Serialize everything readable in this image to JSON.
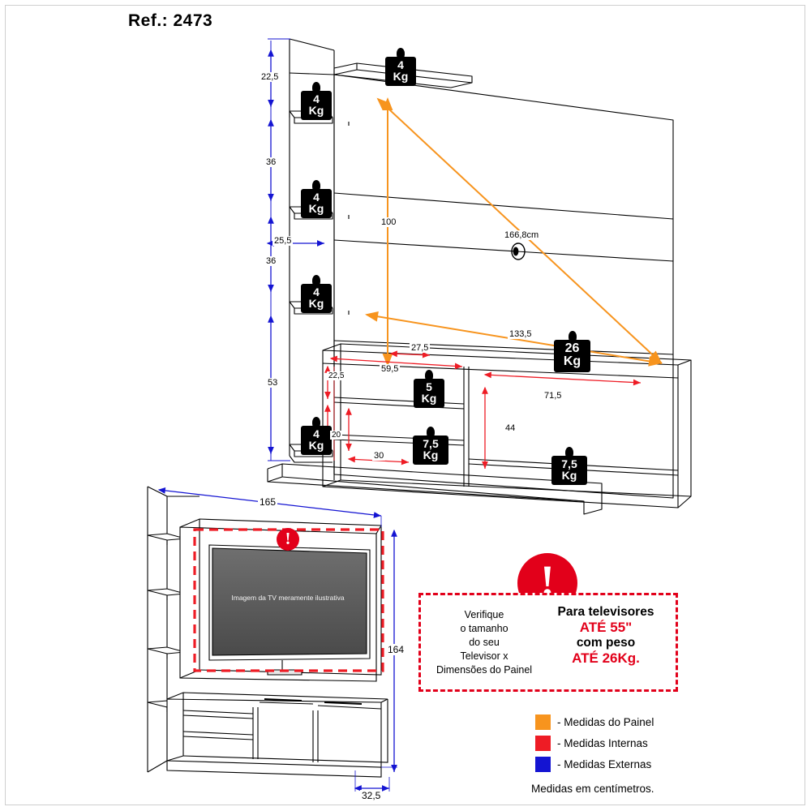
{
  "title": "Ref.: 2473",
  "dimensions": {
    "panel_diagonal": "166,8cm",
    "labels": [
      {
        "id": "d-22-5-top",
        "text": "22,5"
      },
      {
        "id": "d-36-upper",
        "text": "36"
      },
      {
        "id": "d-25-5",
        "text": "25,5"
      },
      {
        "id": "d-36-lower",
        "text": "36"
      },
      {
        "id": "d-53",
        "text": "53"
      },
      {
        "id": "d-100",
        "text": "100"
      },
      {
        "id": "d-133-5",
        "text": "133,5"
      },
      {
        "id": "d-27-5",
        "text": "27,5"
      },
      {
        "id": "d-22-5-shelf",
        "text": "22,5"
      },
      {
        "id": "d-59-5",
        "text": "59,5"
      },
      {
        "id": "d-71-5",
        "text": "71,5"
      },
      {
        "id": "d-44",
        "text": "44"
      },
      {
        "id": "d-20",
        "text": "20"
      },
      {
        "id": "d-30",
        "text": "30"
      },
      {
        "id": "d-165",
        "text": "165"
      },
      {
        "id": "d-164",
        "text": "164"
      },
      {
        "id": "d-32-5",
        "text": "32,5"
      }
    ]
  },
  "weight_tags": [
    {
      "id": "tag-top",
      "value": "4",
      "unit": "Kg"
    },
    {
      "id": "tag-shelf-1",
      "value": "4",
      "unit": "Kg"
    },
    {
      "id": "tag-shelf-2",
      "value": "4",
      "unit": "Kg"
    },
    {
      "id": "tag-shelf-3",
      "value": "4",
      "unit": "Kg"
    },
    {
      "id": "tag-shelf-4",
      "value": "4",
      "unit": "Kg"
    },
    {
      "id": "tag-panel-tv",
      "value": "26",
      "unit": "Kg"
    },
    {
      "id": "tag-niche-5",
      "value": "5",
      "unit": "Kg"
    },
    {
      "id": "tag-niche-75",
      "value": "7,5",
      "unit": "Kg"
    },
    {
      "id": "tag-door-75",
      "value": "7,5",
      "unit": "Kg"
    }
  ],
  "tv_image_caption": "Imagem da TV meramente ilustrativa",
  "warning": {
    "icon": "!",
    "left_text_lines": [
      "Verifique",
      "o tamanho",
      "do seu",
      "Televisor x",
      "Dimensões do Painel"
    ],
    "right_lines": [
      "Para televisores",
      "ATÉ 55\"",
      "com peso",
      "ATÉ 26Kg."
    ]
  },
  "legend": {
    "items": [
      {
        "color": "#f7941e",
        "label": "- Medidas do Painel"
      },
      {
        "color": "#ee1c25",
        "label": "- Medidas Internas"
      },
      {
        "color": "#1414d2",
        "label": "- Medidas Externas"
      }
    ],
    "note": "Medidas em centímetros."
  },
  "colors": {
    "orange": "#f7941e",
    "red": "#ee1c25",
    "blue": "#1414d2",
    "line": "#000000"
  }
}
